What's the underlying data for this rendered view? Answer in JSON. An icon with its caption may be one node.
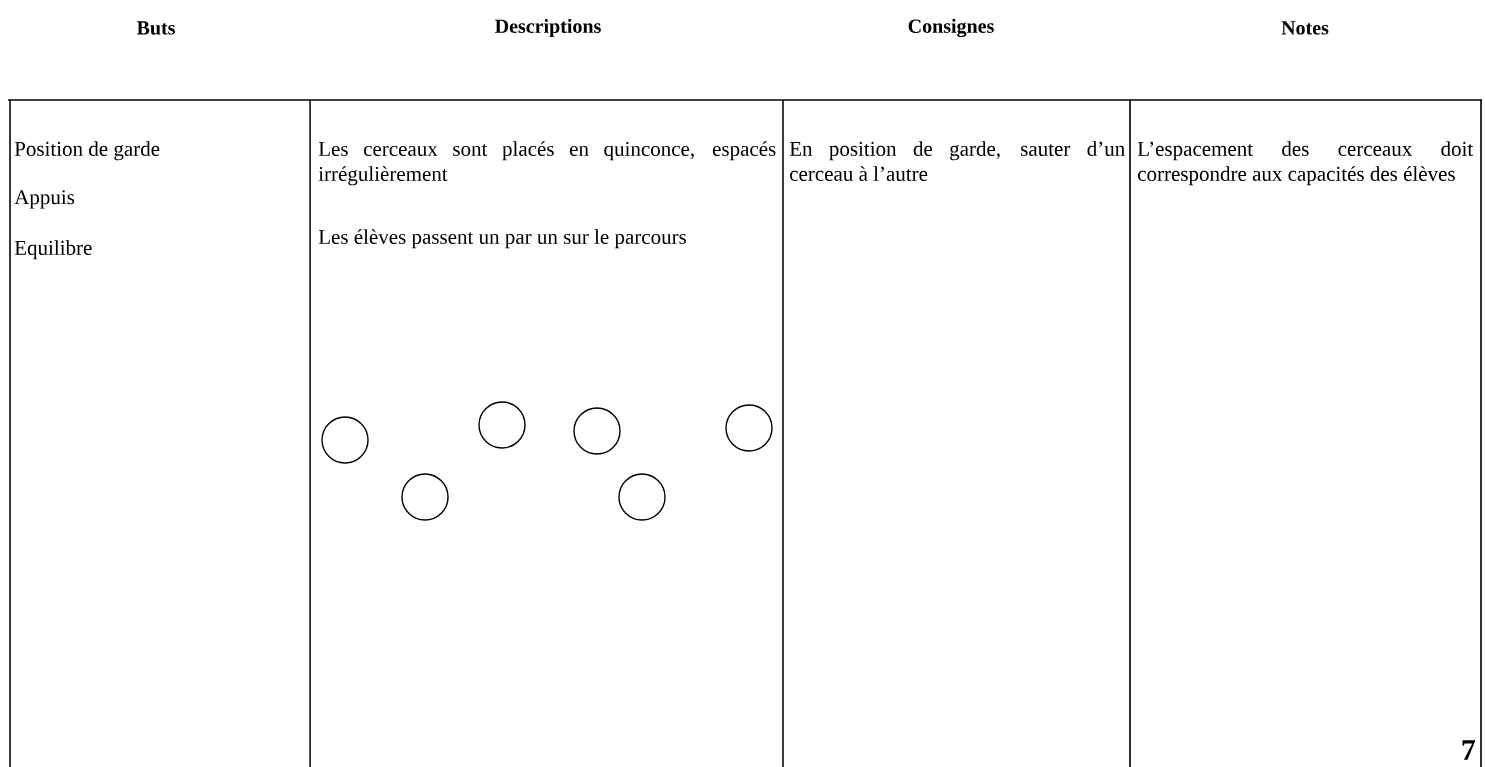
{
  "diagram": {
    "nodes": [
      {
        "text": [],
        "shape": "circle"
      },
      {
        "text": [],
        "shape": "circle"
      },
      {
        "text": [],
        "shape": "circle"
      },
      {
        "text": [],
        "shape": "circle"
      },
      {
        "text": [],
        "shape": "circle"
      },
      {
        "text": [],
        "shape": "circle"
      }
    ],
    "labels": [
      "Buts",
      "Descriptions",
      "Consignes",
      "Notes",
      "Position de garde",
      "Appuis",
      "Equilibre",
      "Les cerceaux sont placés en quinconce, espacés irrégulièrement",
      "Les élèves passent un par un sur le parcours",
      "En position de garde, sauter d’un cerceau à l’autre",
      "L’espacement des cerceaux doit correspondre aux capacités des élèves",
      "7"
    ]
  }
}
